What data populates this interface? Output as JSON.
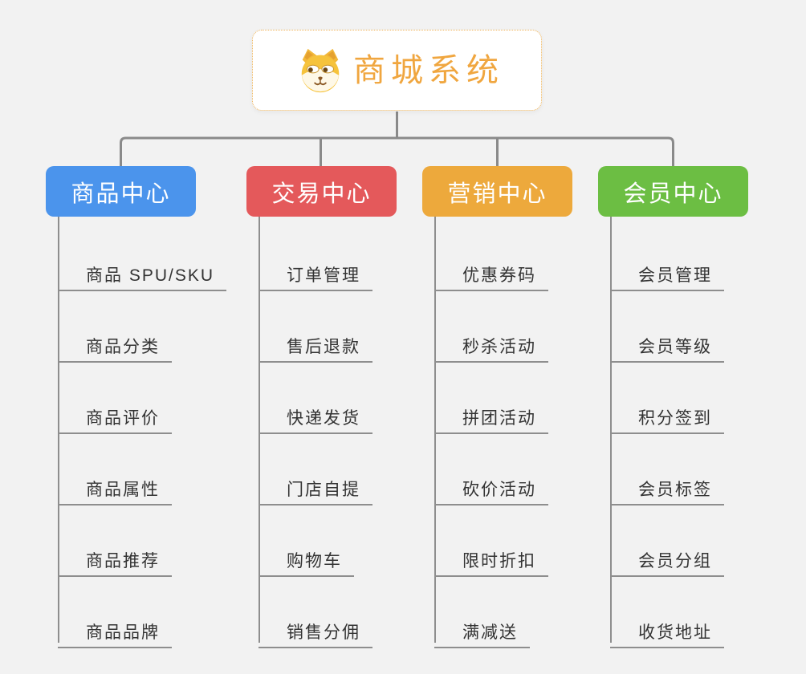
{
  "page": {
    "background_color": "#f2f2f2",
    "connector_color": "#8a8a8a"
  },
  "root": {
    "title": "商城系统",
    "title_color": "#f0a63f",
    "border_color": "#eeb257",
    "icon": "dog-icon"
  },
  "branches": [
    {
      "label": "商品中心",
      "color": "#4B94EC",
      "items": [
        "商品 SPU/SKU",
        "商品分类",
        "商品评价",
        "商品属性",
        "商品推荐",
        "商品品牌"
      ]
    },
    {
      "label": "交易中心",
      "color": "#E4595B",
      "items": [
        "订单管理",
        "售后退款",
        "快递发货",
        "门店自提",
        "购物车",
        "销售分佣"
      ]
    },
    {
      "label": "营销中心",
      "color": "#EDA93C",
      "items": [
        "优惠券码",
        "秒杀活动",
        "拼团活动",
        "砍价活动",
        "限时折扣",
        "满减送"
      ]
    },
    {
      "label": "会员中心",
      "color": "#6CBE43",
      "items": [
        "会员管理",
        "会员等级",
        "积分签到",
        "会员标签",
        "会员分组",
        "收货地址"
      ]
    }
  ]
}
